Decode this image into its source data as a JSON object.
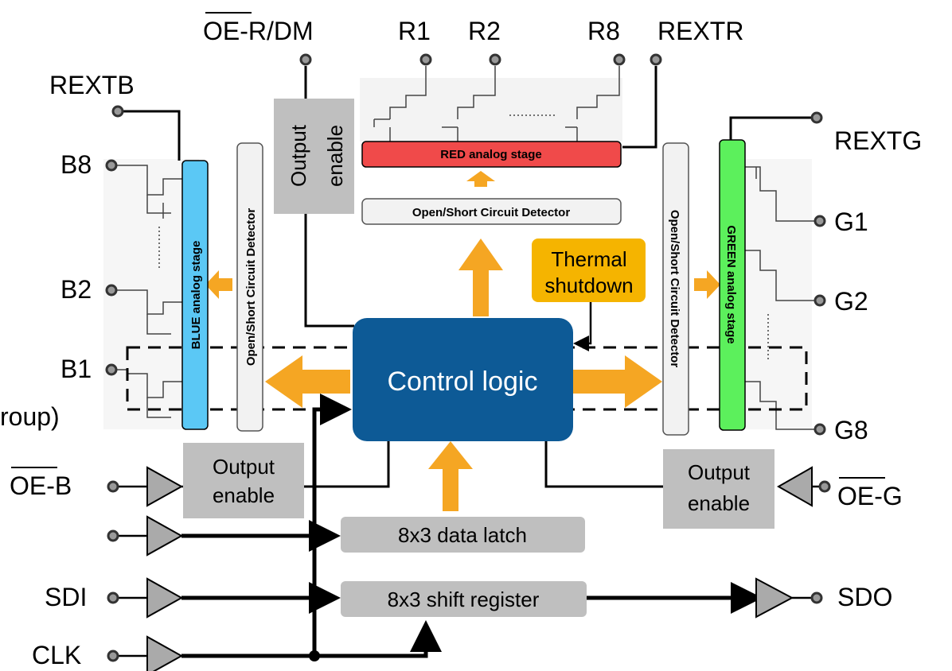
{
  "pins": {
    "oe_r_dm": "OE-R/DM",
    "r1": "R1",
    "r2": "R2",
    "r8": "R8",
    "rextr": "REXTR",
    "rextb": "REXTB",
    "rextg": "REXTG",
    "b8": "B8",
    "b2": "B2",
    "b1": "B1",
    "g1": "G1",
    "g2": "G2",
    "g8": "G8",
    "oe_b": "OE-B",
    "oe_g": "OE-G",
    "sdi": "SDI",
    "clk": "CLK",
    "sdo": "SDO",
    "group_fragment": "roup)"
  },
  "blocks": {
    "red_stage": "RED analog stage",
    "blue_stage": "BLUE analog stage",
    "green_stage": "GREEN analog stage",
    "osc_top": "Open/Short Circuit Detector",
    "osc_left": "Open/Short Circuit Detector",
    "osc_right": "Open/Short Circuit Detector",
    "thermal_line1": "Thermal",
    "thermal_line2": "shutdown",
    "control_logic": "Control logic",
    "oe_top_line1": "Output",
    "oe_top_line2": "enable",
    "oe_left_line1": "Output",
    "oe_left_line2": "enable",
    "oe_right_line1": "Output",
    "oe_right_line2": "enable",
    "data_latch": "8x3 data latch",
    "shift_register": "8x3 shift register"
  },
  "colors": {
    "red_stage": "#f04a4a",
    "blue_stage": "#5bc8f5",
    "green_stage": "#5cf05c",
    "arrow": "#f5a623",
    "control_logic": "#0d5a96",
    "thermal": "#f5b400",
    "gray_block": "#bfbfbf",
    "detector": "#f2f2f2"
  }
}
